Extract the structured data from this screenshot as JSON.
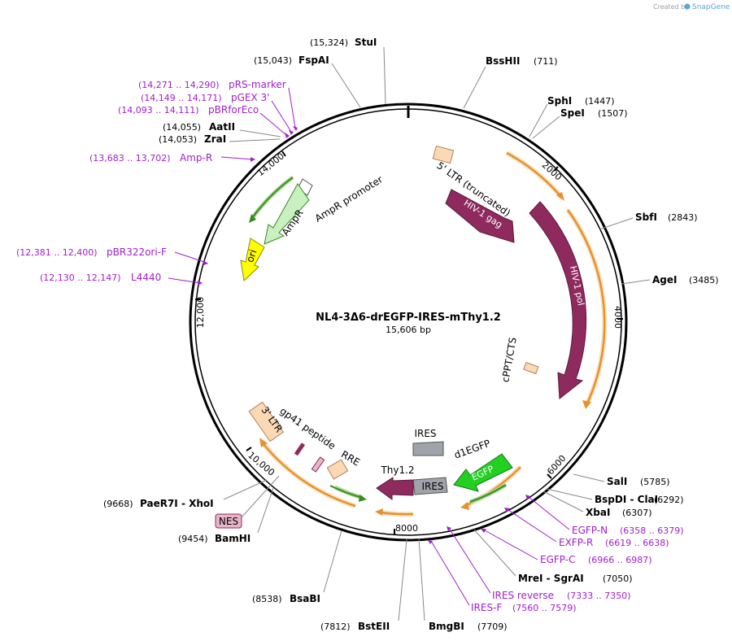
{
  "branding": {
    "created_by": "Created by",
    "app": "SnapGene"
  },
  "plasmid": {
    "name": "NL4-3Δ6-drEGFP-IRES-mThy1.2",
    "size": "15,606 bp"
  },
  "ticks": [
    "2000",
    "4000",
    "6000",
    "8000",
    "10,000",
    "12,000",
    "14,000"
  ],
  "enzymes": [
    {
      "name": "StuI",
      "pos": "(15,324)"
    },
    {
      "name": "FspAI",
      "pos": "(15,043)"
    },
    {
      "name": "BssHII",
      "pos": "(711)"
    },
    {
      "name": "SphI",
      "pos": "(1447)"
    },
    {
      "name": "SpeI",
      "pos": "(1507)"
    },
    {
      "name": "AatII",
      "pos": "(14,055)"
    },
    {
      "name": "ZraI",
      "pos": "(14,053)"
    },
    {
      "name": "SbfI",
      "pos": "(2843)"
    },
    {
      "name": "AgeI",
      "pos": "(3485)"
    },
    {
      "name": "SalI",
      "pos": "(5785)"
    },
    {
      "name": "BspDI - ClaI",
      "pos": "(6292)"
    },
    {
      "name": "XbaI",
      "pos": "(6307)"
    },
    {
      "name": "MreI - SgrAI",
      "pos": "(7050)"
    },
    {
      "name": "BmgBI",
      "pos": "(7709)"
    },
    {
      "name": "BstEII",
      "pos": "(7812)"
    },
    {
      "name": "BsaBI",
      "pos": "(8538)"
    },
    {
      "name": "BamHI",
      "pos": "(9454)"
    },
    {
      "name": "PaeR7I - XhoI",
      "pos": "(9668)"
    }
  ],
  "primers": [
    {
      "name": "pRS-marker",
      "pos": "(14,271 .. 14,290)"
    },
    {
      "name": "pGEX 3'",
      "pos": "(14,149 .. 14,171)"
    },
    {
      "name": "pBRforEco",
      "pos": "(14,093 .. 14,111)"
    },
    {
      "name": "Amp-R",
      "pos": "(13,683 .. 13,702)"
    },
    {
      "name": "pBR322ori-F",
      "pos": "(12,381 .. 12,400)"
    },
    {
      "name": "L4440",
      "pos": "(12,130 .. 12,147)"
    },
    {
      "name": "EGFP-N",
      "pos": "(6358 .. 6379)"
    },
    {
      "name": "EXFP-R",
      "pos": "(6619 .. 6638)"
    },
    {
      "name": "EGFP-C",
      "pos": "(6966 .. 6987)"
    },
    {
      "name": "IRES reverse",
      "pos": "(7333 .. 7350)"
    },
    {
      "name": "IRES-F",
      "pos": "(7560 .. 7579)"
    }
  ],
  "features": {
    "ltr5": "5' LTR (truncated)",
    "gag": "HIV-1 gag",
    "pol": "HIV-1 pol",
    "cppt": "cPPT/CTS",
    "ampr_promoter": "AmpR promoter",
    "ampr": "AmpR",
    "ori": "ori",
    "ltr3": "3' LTR",
    "gp41": "gp41 peptide",
    "rre": "RRE",
    "ires_top": "IRES",
    "d1egfp": "d1EGFP",
    "egfp": "EGFP",
    "thy": "Thy1.2",
    "ires": "IRES",
    "nes": "NES"
  },
  "colors": {
    "gag_pol": "#8f2a5e",
    "ltr": "#fbd9b5",
    "ampr": "#c8f0c0",
    "ori": "#ffff00",
    "egfp": "#22d022",
    "ires": "#a0a4aa",
    "orf_orange": "#e8902a",
    "primer": "#a020c8",
    "nes": "#e8b4c8"
  }
}
